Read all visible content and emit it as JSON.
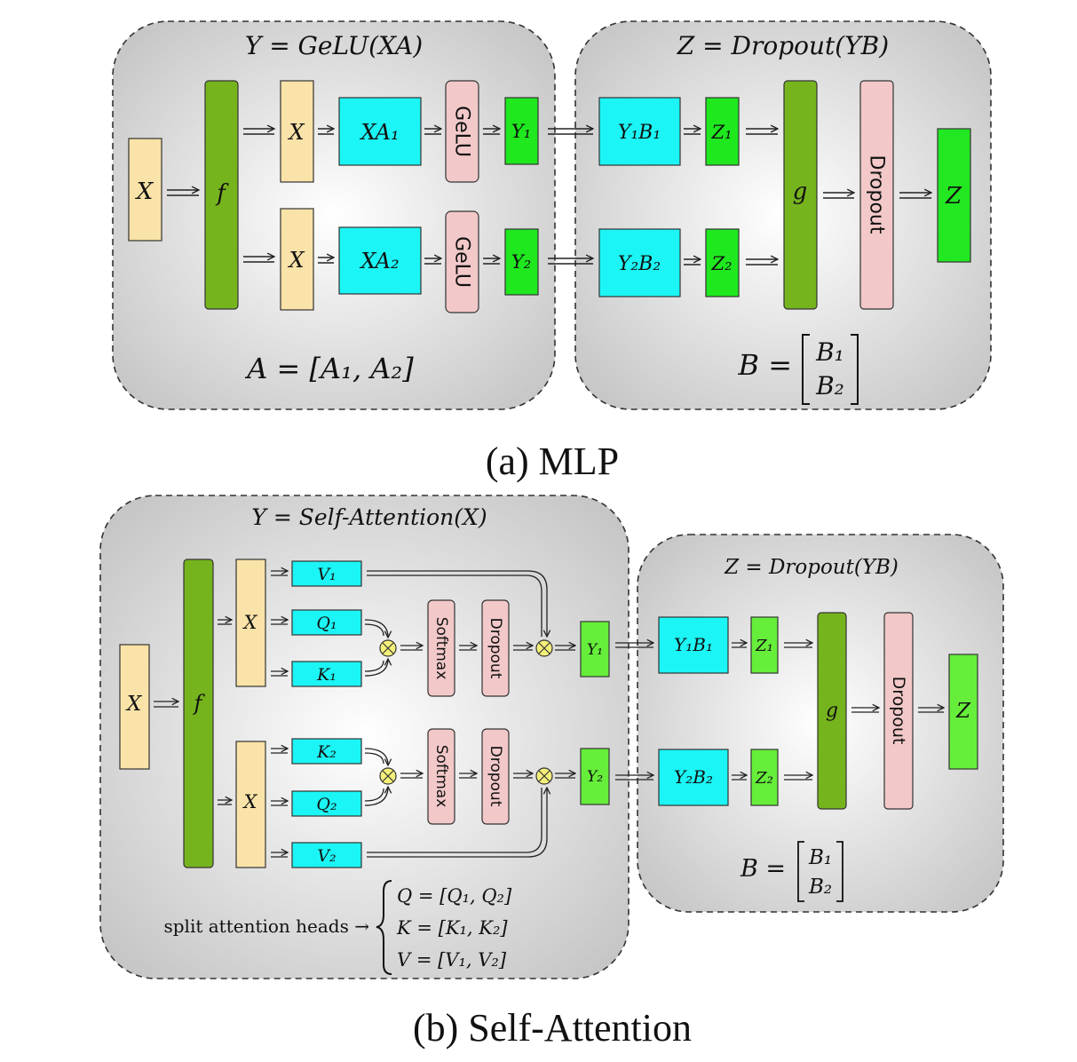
{
  "mlp": {
    "caption": "(a) MLP",
    "left_equation": "Y = GeLU(XA)",
    "right_equation": "Z = Dropout(YB)",
    "a_def": "A = [A₁, A₂]",
    "b_def_lhs": "B =",
    "b_def_top": "B₁",
    "b_def_bottom": "B₂",
    "input": "X",
    "f": "f",
    "x1": "X",
    "x2": "X",
    "xa1": "XA₁",
    "xa2": "XA₂",
    "gelu1": "GeLU",
    "gelu2": "GeLU",
    "y1": "Y₁",
    "y2": "Y₂",
    "yb1": "Y₁B₁",
    "yb2": "Y₂B₂",
    "z1": "Z₁",
    "z2": "Z₂",
    "g": "g",
    "dropout": "Dropout",
    "z": "Z"
  },
  "attn": {
    "caption": "(b) Self-Attention",
    "left_equation": "Y = Self-Attention(X)",
    "right_equation": "Z = Dropout(YB)",
    "b_def_lhs": "B =",
    "b_def_top": "B₁",
    "b_def_bottom": "B₂",
    "split_label": "split attention heads →",
    "split_q": "Q = [Q₁, Q₂]",
    "split_k": "K = [K₁, K₂]",
    "split_v": "V = [V₁, V₂]",
    "input": "X",
    "f": "f",
    "x1": "X",
    "x2": "X",
    "v1": "V₁",
    "q1": "Q₁",
    "k1": "K₁",
    "k2": "K₂",
    "q2": "Q₂",
    "v2": "V₂",
    "softmax1": "Softmax",
    "softmax2": "Softmax",
    "dropout1": "Dropout",
    "dropout2": "Dropout",
    "y1": "Y₁",
    "y2": "Y₂",
    "yb1": "Y₁B₁",
    "yb2": "Y₂B₂",
    "z1": "Z₁",
    "z2": "Z₂",
    "g": "g",
    "dropout": "Dropout",
    "z": "Z"
  },
  "colors": {
    "input_box": "#FAE3A8",
    "f_g_bar": "#76B41E",
    "xa_box": "#1CF5F5",
    "gelu_box": "#F2C8C8",
    "y_box": "#1FE81F",
    "z_box": "#22E822",
    "z_box_light": "#66EE3A",
    "panel_center": "#FFFFFF",
    "panel_edge": "#C6C6C6",
    "multiply_circle": "#F5F07A"
  }
}
